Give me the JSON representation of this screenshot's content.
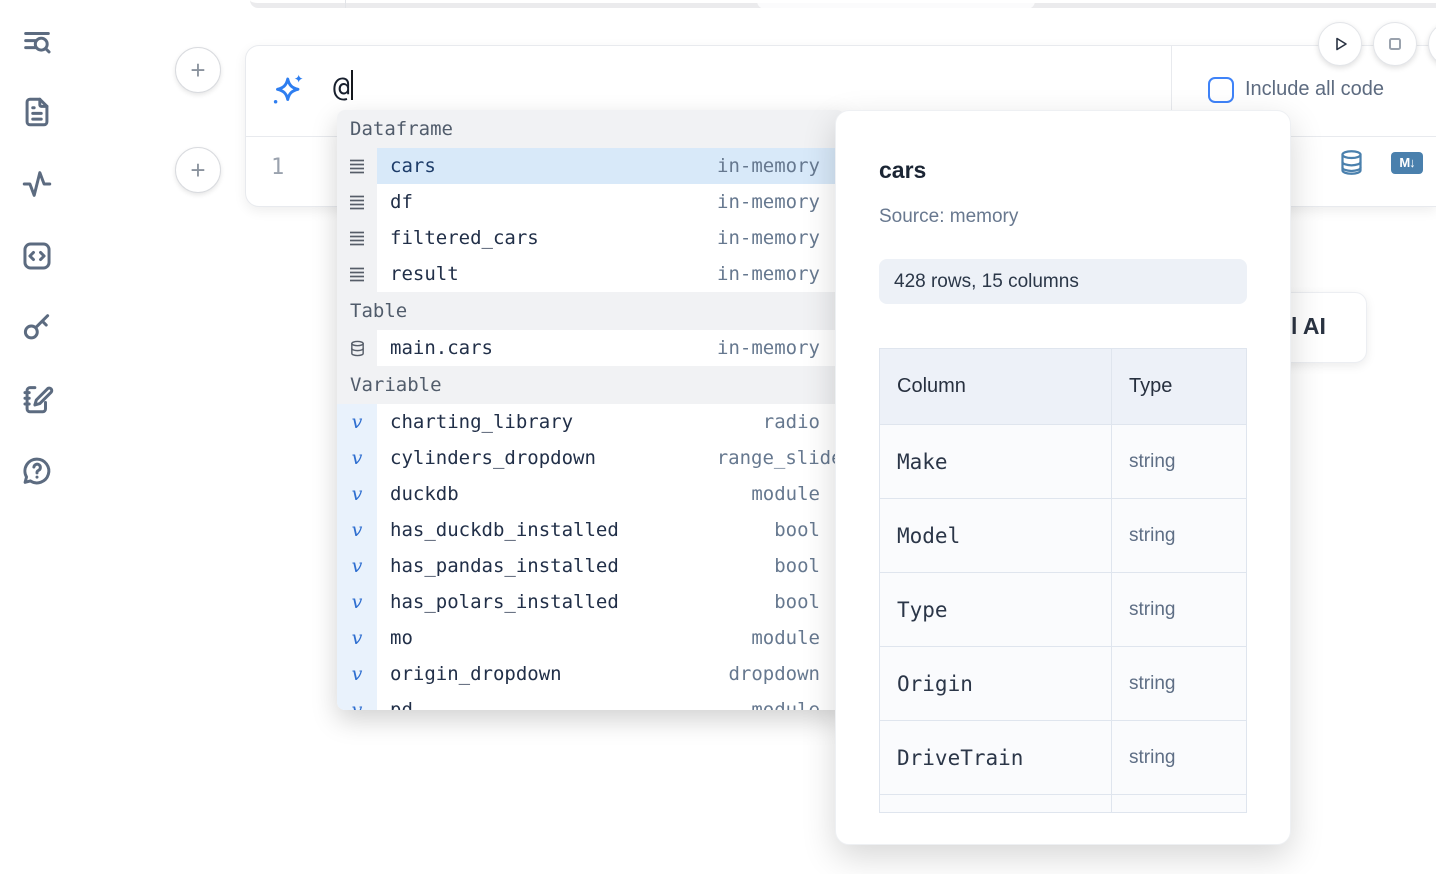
{
  "sidebar": {
    "items": [
      {
        "icon": "file-search-icon"
      },
      {
        "icon": "file-document-icon"
      },
      {
        "icon": "activity-icon"
      },
      {
        "icon": "code-snippets-icon"
      },
      {
        "icon": "key-icon"
      },
      {
        "icon": "scratchpad-icon"
      },
      {
        "icon": "help-chat-icon"
      }
    ]
  },
  "toolbar": {
    "run_button": "play-icon",
    "stop_button": "stop-icon"
  },
  "ai_input": {
    "value": "@",
    "include_all_code_label": "Include all code",
    "checkbox_checked": false
  },
  "cell": {
    "line_number": "1",
    "markdown_badge": "M↓"
  },
  "partial_ai_button": {
    "visible_text": "l AI"
  },
  "completion": {
    "sections": [
      {
        "label": "Dataframe",
        "items": [
          {
            "name": "cars",
            "type": "in-memory",
            "icon": "dataframe-icon",
            "selected": true
          },
          {
            "name": "df",
            "type": "in-memory",
            "icon": "dataframe-icon"
          },
          {
            "name": "filtered_cars",
            "type": "in-memory",
            "icon": "dataframe-icon"
          },
          {
            "name": "result",
            "type": "in-memory",
            "icon": "dataframe-icon"
          }
        ]
      },
      {
        "label": "Table",
        "items": [
          {
            "name": "main.cars",
            "type": "in-memory",
            "icon": "table-icon"
          }
        ]
      },
      {
        "label": "Variable",
        "items": [
          {
            "name": "charting_library",
            "type": "radio",
            "icon": "variable-icon"
          },
          {
            "name": "cylinders_dropdown",
            "type": "range_slider",
            "icon": "variable-icon"
          },
          {
            "name": "duckdb",
            "type": "module",
            "icon": "variable-icon"
          },
          {
            "name": "has_duckdb_installed",
            "type": "bool",
            "icon": "variable-icon"
          },
          {
            "name": "has_pandas_installed",
            "type": "bool",
            "icon": "variable-icon"
          },
          {
            "name": "has_polars_installed",
            "type": "bool",
            "icon": "variable-icon"
          },
          {
            "name": "mo",
            "type": "module",
            "icon": "variable-icon"
          },
          {
            "name": "origin_dropdown",
            "type": "dropdown",
            "icon": "variable-icon"
          },
          {
            "name": "pd",
            "type": "module",
            "icon": "variable-icon"
          }
        ]
      }
    ]
  },
  "preview": {
    "title": "cars",
    "source": "Source: memory",
    "shape_badge": "428 rows, 15 columns",
    "table": {
      "headers": [
        "Column",
        "Type"
      ],
      "rows": [
        {
          "column": "Make",
          "type": "string"
        },
        {
          "column": "Model",
          "type": "string"
        },
        {
          "column": "Type",
          "type": "string"
        },
        {
          "column": "Origin",
          "type": "string"
        },
        {
          "column": "DriveTrain",
          "type": "string"
        }
      ]
    }
  },
  "colors": {
    "accent_blue": "#2e7ef0",
    "steel_blue": "#4a80ad",
    "selection_blue": "#d8e9f9",
    "sidebar_icon": "#5c6b80"
  }
}
